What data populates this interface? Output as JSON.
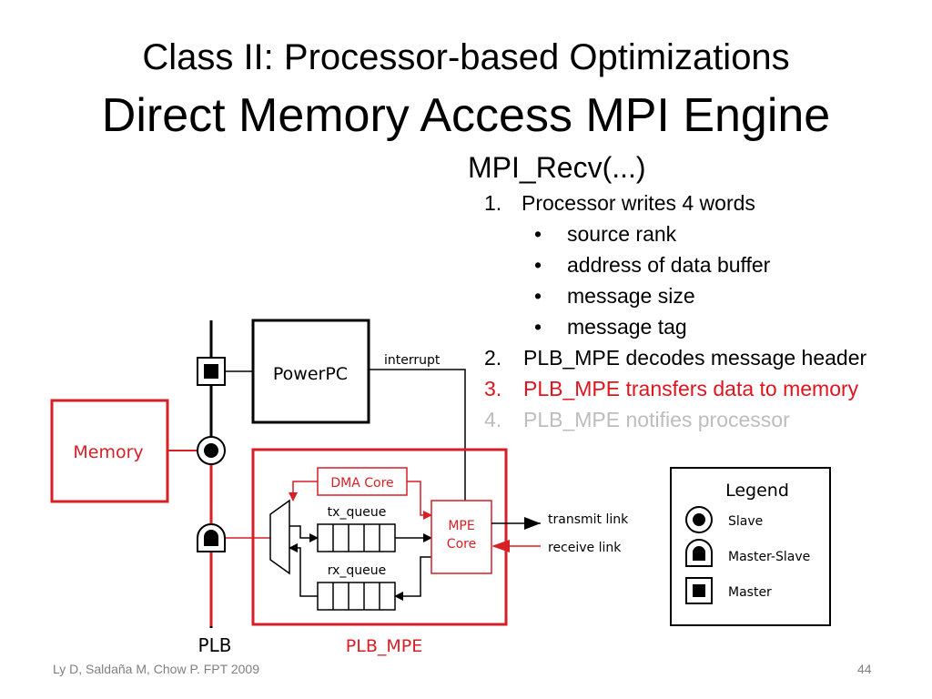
{
  "slide": {
    "title_line1": "Class II: Processor-based Optimizations",
    "title_line2": "Direct Memory Access MPI Engine",
    "recv_heading": "MPI_Recv(...)",
    "steps": [
      {
        "number": "1.",
        "text": "Processor writes 4 words"
      },
      {
        "number": "2.",
        "text": "PLB_MPE decodes message header"
      },
      {
        "number": "3.",
        "text": "PLB_MPE transfers data to memory"
      },
      {
        "number": "4.",
        "text": "PLB_MPE notifies processor"
      }
    ],
    "step1_bullets": [
      "source rank",
      "address of data buffer",
      "message size",
      "message tag"
    ],
    "bullet_glyph": "•",
    "footer_citation": "Ly D, Saldaña M, Chow P. FPT 2009",
    "page_number": "44",
    "colors": {
      "active": "#e0141e",
      "faded": "#bdbdbd",
      "diagram_red": "#d61f26"
    }
  },
  "diagram": {
    "bus_label": "PLB",
    "powerpc_label": "PowerPC",
    "interrupt_label": "interrupt",
    "memory_label": "Memory",
    "mpe_block_label": "PLB_MPE",
    "dma_core_label": "DMA Core",
    "tx_queue_label": "tx_queue",
    "rx_queue_label": "rx_queue",
    "mpe_core_label_line1": "MPE",
    "mpe_core_label_line2": "Core",
    "transmit_link_label": "transmit link",
    "receive_link_label": "receive link",
    "legend": {
      "title": "Legend",
      "items": [
        {
          "label": "Slave",
          "icon": "slave-port-icon"
        },
        {
          "label": "Master-Slave",
          "icon": "master-slave-port-icon"
        },
        {
          "label": "Master",
          "icon": "master-port-icon"
        }
      ]
    }
  }
}
